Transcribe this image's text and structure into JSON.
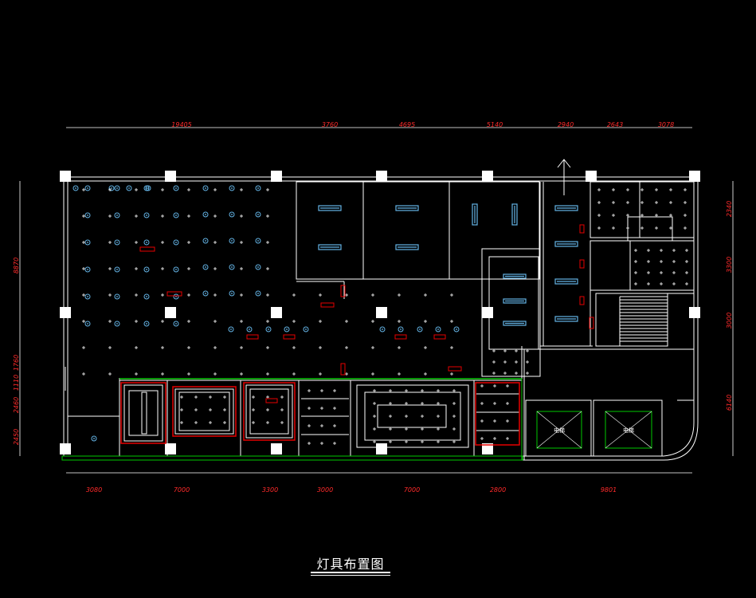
{
  "drawing": {
    "title": "灯具布置图",
    "elevator_label": "电梯"
  },
  "dims_top": [
    "19405",
    "3760",
    "4695",
    "5140",
    "2940",
    "2643",
    "3078"
  ],
  "dims_bottom": [
    "3080",
    "7000",
    "3300",
    "3000",
    "7000",
    "2800",
    "9801"
  ],
  "dims_left": [
    "8870",
    "1760",
    "1110",
    "2460",
    "2450"
  ],
  "dims_right": [
    "2340",
    "3300",
    "3000",
    "6140"
  ],
  "colors": {
    "walls": "#ffffff",
    "dimension": "#ff2a2a",
    "fixture": "#64b4e6",
    "accent_green": "#00c800",
    "accent_red": "#e60000"
  }
}
